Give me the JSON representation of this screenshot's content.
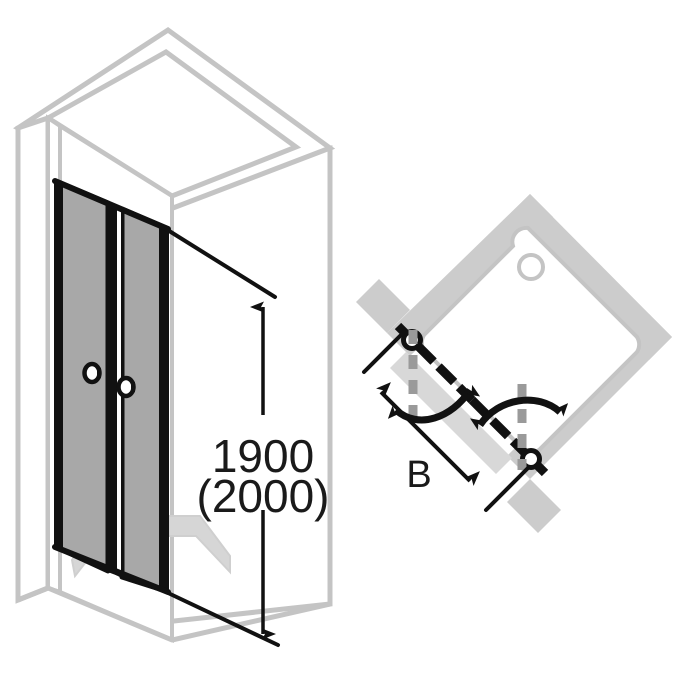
{
  "drawing": {
    "title": "Shower enclosure two-leaf bi-fold door — elevation and plan",
    "background_color": "#ffffff"
  },
  "colors": {
    "wall_outline": "#c4c4c4",
    "wall_fill_plan": "#cccccc",
    "glass_fill": "#a8a8a8",
    "glass_fill_light": "#b5b5b5",
    "frame_black": "#111111",
    "dimension_black": "#111111",
    "tray_outline": "#c4c4c4",
    "pivot_dash": "#9a9a9a",
    "text": "#1a1a1a"
  },
  "elevation_view": {
    "name": "isometric-elevation",
    "height_dimension": {
      "primary_value": "1900",
      "alternate_value": "(2000)",
      "unit_implied": "mm"
    },
    "door": {
      "leaf_count": 2,
      "handle_count": 2,
      "handle_label": "round-knob-handle"
    }
  },
  "plan_view": {
    "name": "plan-top-view",
    "width_dimension": {
      "label": "B"
    },
    "hinges": [
      {
        "label": "hinge-upper"
      },
      {
        "label": "hinge-lower"
      }
    ],
    "swing_arcs": [
      {
        "label": "swing-arc-left"
      },
      {
        "label": "swing-arc-right"
      }
    ],
    "tray": {
      "label": "shower-tray",
      "drain_label": "drain-outlet"
    }
  }
}
